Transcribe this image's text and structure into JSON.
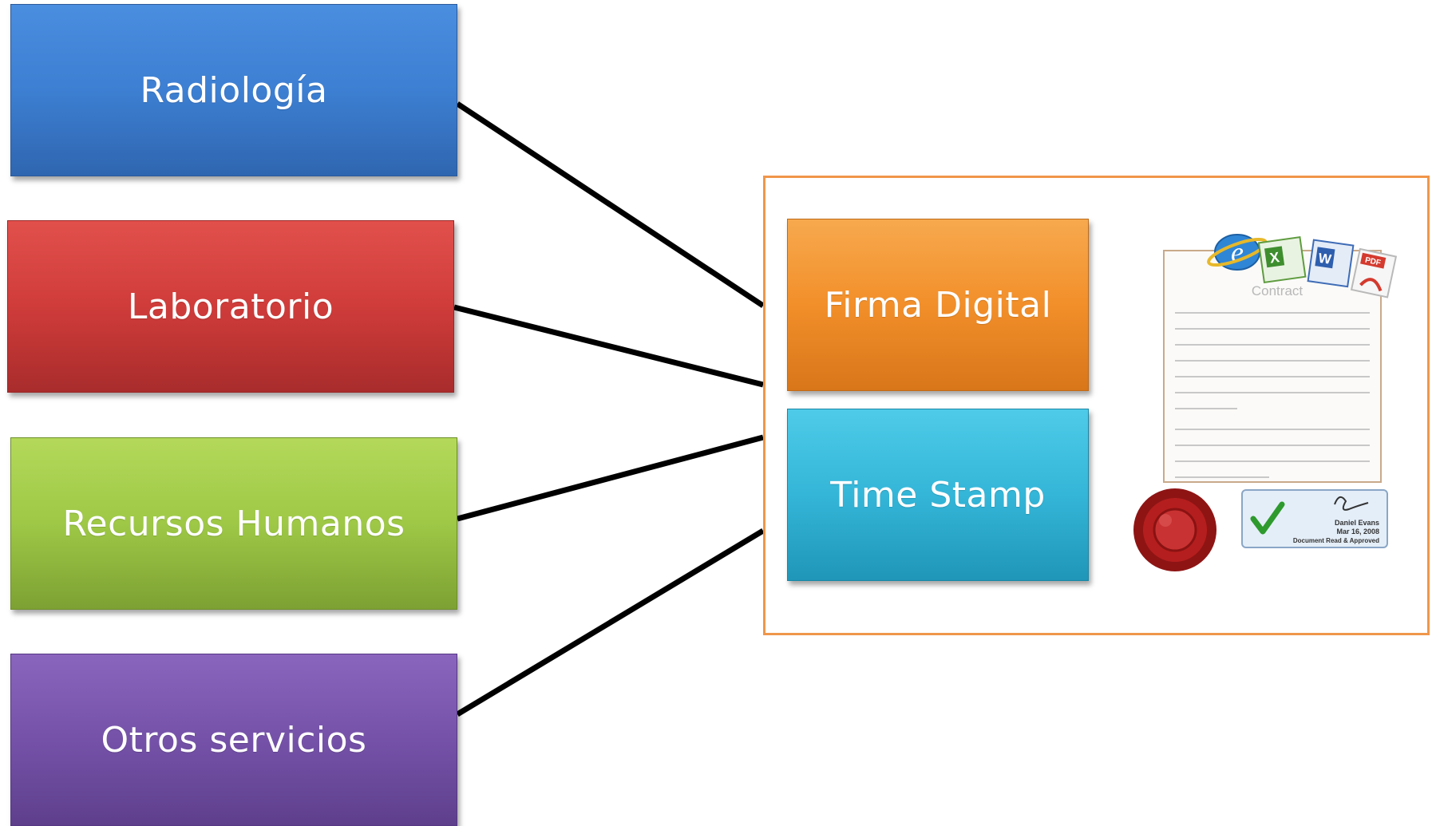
{
  "diagram": {
    "sources": [
      {
        "label": "Radiología",
        "color": "#3d7fd2"
      },
      {
        "label": "Laboratorio",
        "color": "#cf3c3a"
      },
      {
        "label": "Recursos Humanos",
        "color": "#9ec846"
      },
      {
        "label": "Otros servicios",
        "color": "#7552a8"
      }
    ],
    "services": [
      {
        "label": "Firma Digital",
        "color": "#f28f2a"
      },
      {
        "label": "Time Stamp",
        "color": "#34b6d8"
      }
    ],
    "group_border_color": "#f0964a",
    "connector_color": "#000000",
    "illustration": {
      "icons": [
        "internet-explorer-icon",
        "excel-icon",
        "word-icon",
        "pdf-icon",
        "wax-seal-icon",
        "signature-checkmark-icon"
      ],
      "document_title": "Contract",
      "signer_name": "Daniel Evans",
      "signed_date": "Mar 16, 2008",
      "approval_text": "Document Read & Approved"
    }
  }
}
